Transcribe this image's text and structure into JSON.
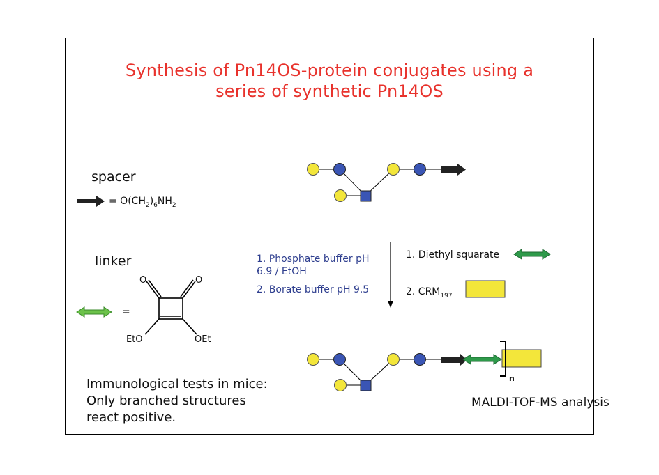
{
  "title_line1": "Synthesis of Pn14OS-protein conjugates using a",
  "title_line2": "series of synthetic Pn14OS",
  "spacer": {
    "label": "spacer",
    "equation_prefix": "= O(CH",
    "sub1": "2",
    "mid": ")",
    "sub2": "6",
    "suffix": "NH",
    "sub3": "2"
  },
  "linker": {
    "label": "linker",
    "equals": "=",
    "atom_o_left": "O",
    "atom_o_right": "O",
    "group_left": "EtO",
    "group_right": "OEt"
  },
  "steps_left": {
    "step1": "1. Phosphate buffer pH 6.9 / EtOH",
    "step2": "2. Borate buffer pH 9.5"
  },
  "steps_right": {
    "step1": "1. Diethyl squarate",
    "step2_prefix": "2. CRM",
    "step2_sub": "197"
  },
  "repeat_label": "n",
  "immuno_text": "Immunological tests in mice: Only branched structures react positive.",
  "maldi_text": "MALDI-TOF-MS analysis",
  "colors": {
    "title": "#e8322c",
    "galactose_yellow": "#f3e63a",
    "glucose_blue": "#3a55b4",
    "glcnac_square": "#3a55b4",
    "linker_green": "#2e9a4a",
    "protein_yellow": "#f3e63a",
    "step_text_blue": "#2f3f8f"
  },
  "icons": [
    "spacer-arrow-icon",
    "linker-double-arrow-icon",
    "protein-box-icon"
  ]
}
